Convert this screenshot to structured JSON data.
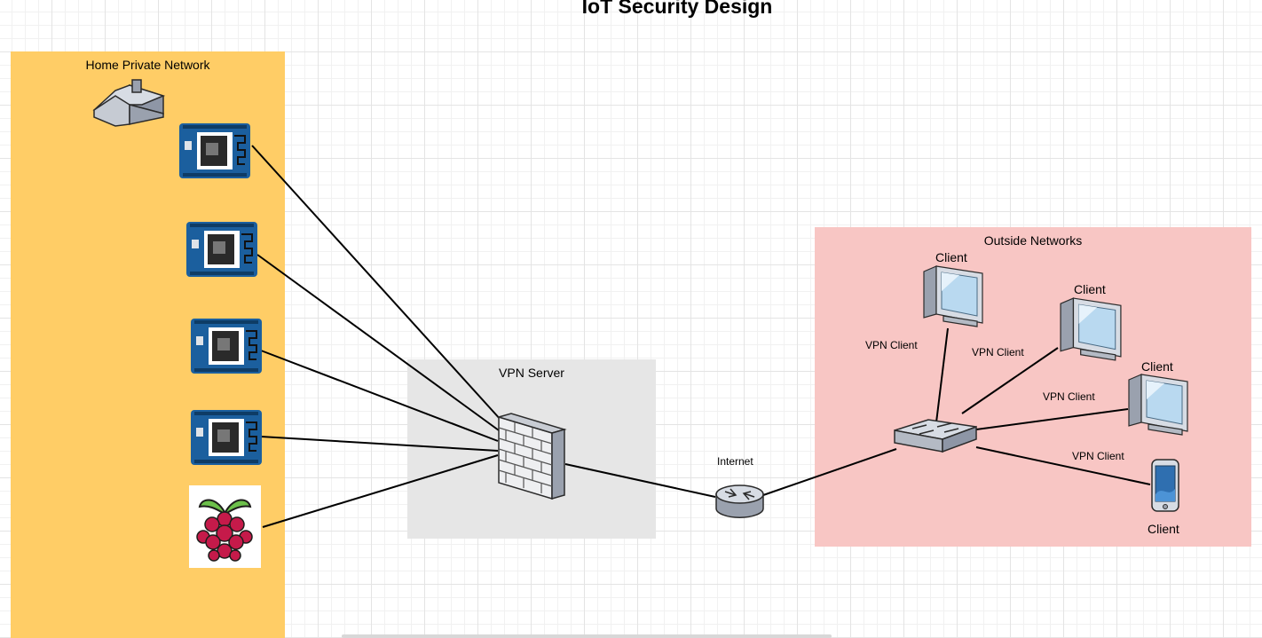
{
  "title": "IoT Security Design",
  "zones": {
    "home": {
      "label": "Home Private Network"
    },
    "vpn": {
      "label": "VPN Server"
    },
    "outside": {
      "label": "Outside Networks"
    }
  },
  "internet_label": "Internet",
  "clients": [
    {
      "label": "Client"
    },
    {
      "label": "Client"
    },
    {
      "label": "Client"
    },
    {
      "label": "Client"
    }
  ],
  "vpn_client_labels": [
    "VPN Client",
    "VPN Client",
    "VPN Client",
    "VPN Client"
  ],
  "icons": {
    "house": "house-icon",
    "board": "esp8266-board-icon",
    "raspberry": "raspberry-pi-icon",
    "firewall": "firewall-icon",
    "router": "router-icon",
    "switch": "network-switch-icon",
    "monitor": "desktop-client-icon",
    "phone": "mobile-phone-icon"
  },
  "colors": {
    "home_zone": "#ffcd66",
    "vpn_zone": "#e6e6e6",
    "outside_zone": "#f8c6c4",
    "board_blue": "#1b5f9e",
    "raspberry_red": "#c51a4a",
    "raspberry_leaf": "#6cc04a"
  }
}
